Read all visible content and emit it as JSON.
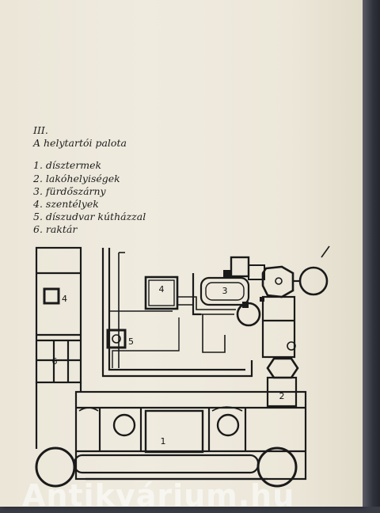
{
  "caption": {
    "number": "III.",
    "title": "A helytartói palota",
    "legend": [
      "1. dísztermek",
      "2. lakóhelyiségek",
      "3. fürdőszárny",
      "4. szentélyek",
      "5. díszudvar kútházzal",
      "6. raktár"
    ]
  },
  "plan_labels": {
    "l1": "1",
    "l2": "2",
    "l3": "3",
    "l4a": "4",
    "l4b": "4",
    "l5": "5",
    "l6": "6"
  },
  "watermark": "Antikvárium.hu"
}
